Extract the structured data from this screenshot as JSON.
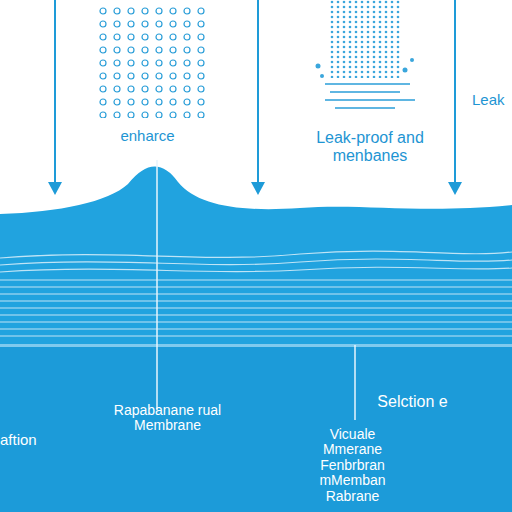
{
  "diagram": {
    "labels": [
      "enharce",
      "Leak-proof and menbanes",
      "Leak",
      "aftion",
      "Rapabanane rual Membrane",
      "Selction e",
      "Vicuale Mmerane Fenbrbran mMemban Rabrane"
    ]
  }
}
